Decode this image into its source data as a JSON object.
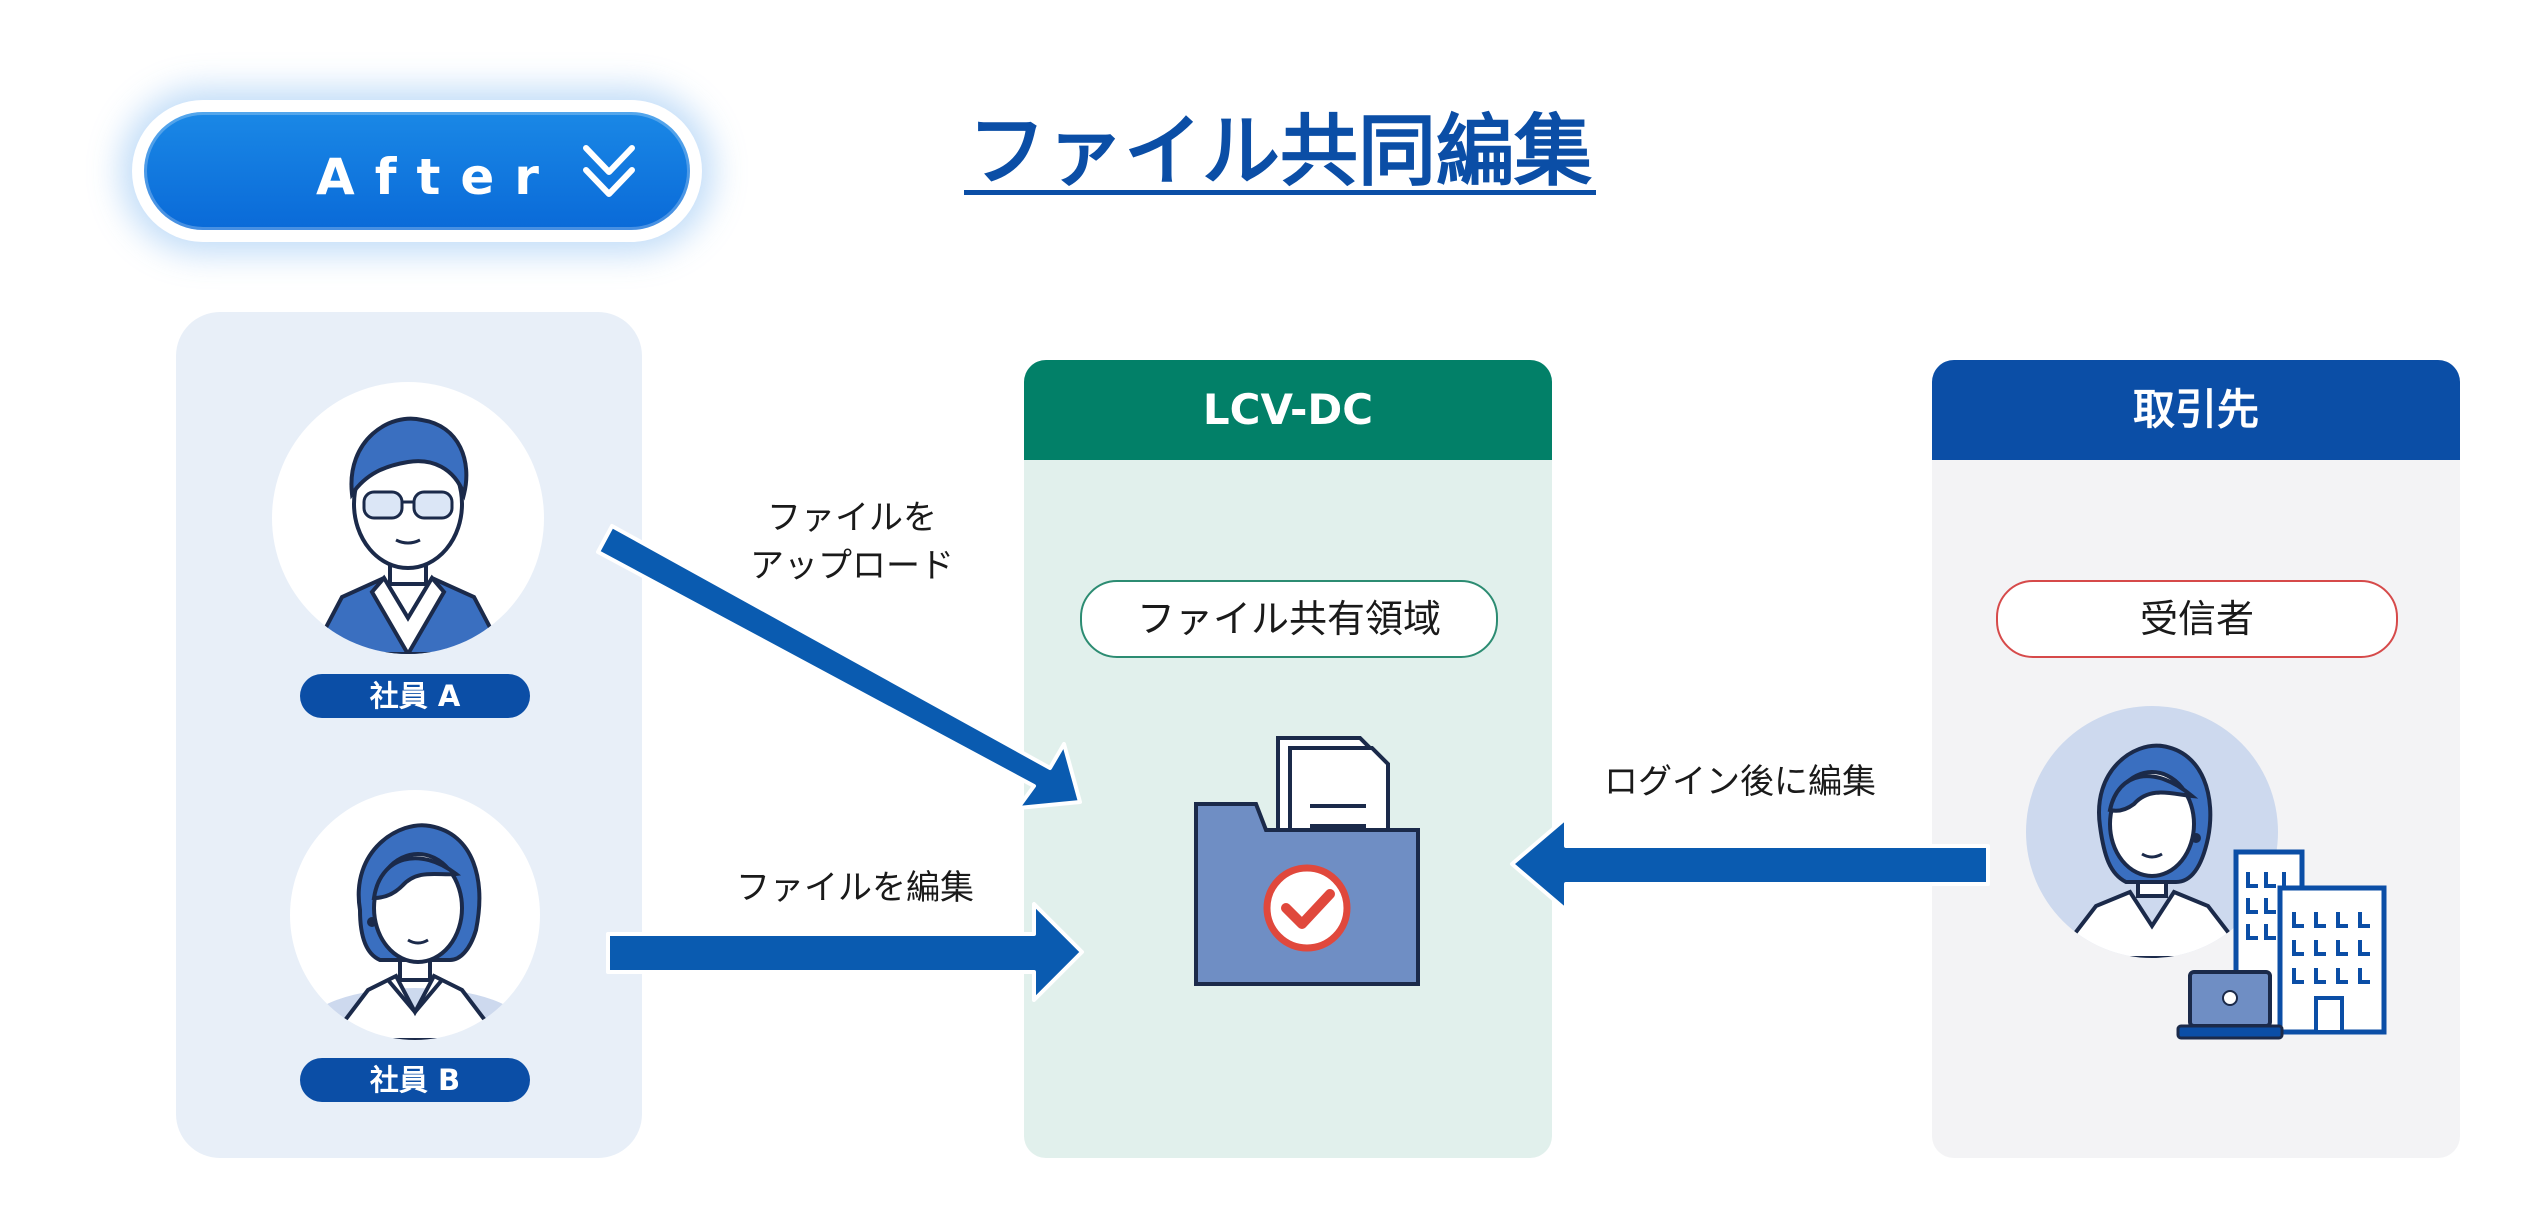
{
  "after_badge": {
    "label": "After",
    "icon": "double-chevron-down-icon"
  },
  "title": "ファイル共同編集",
  "employees": [
    {
      "name": "社員 A"
    },
    {
      "name": "社員 B"
    }
  ],
  "lcv": {
    "header": "LCV-DC",
    "area_label": "ファイル共有領域"
  },
  "partner": {
    "header": "取引先",
    "recipient_label": "受信者"
  },
  "arrows": {
    "upload_line1": "ファイルを",
    "upload_line2": "アップロード",
    "edit": "ファイルを編集",
    "login_edit": "ログイン後に編集"
  },
  "colors": {
    "brand_blue": "#0b4ea6",
    "teal": "#028068",
    "arrow_blue": "#0a5bb0",
    "check_red": "#e0483c"
  }
}
